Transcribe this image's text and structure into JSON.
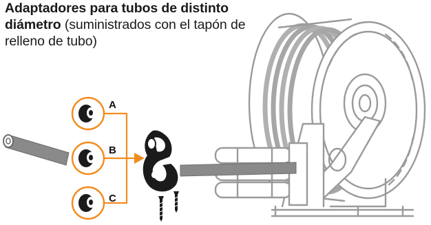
{
  "caption": {
    "bold": "Adaptadores para tubos de distinto diámetro",
    "normal": " (suministrados con el tapón de relleno de tubo)"
  },
  "adapters": [
    {
      "label": "A"
    },
    {
      "label": "B"
    },
    {
      "label": "C"
    }
  ],
  "colors": {
    "accent": "#F28C1E",
    "outline": "#9a9a9a",
    "dark": "#1b1b1b",
    "hose": "#8a8a8a"
  },
  "icons": [
    "hose-end-icon",
    "adapter-icon",
    "hose-clamp-icon",
    "screw-icon",
    "hose-reel-icon"
  ]
}
